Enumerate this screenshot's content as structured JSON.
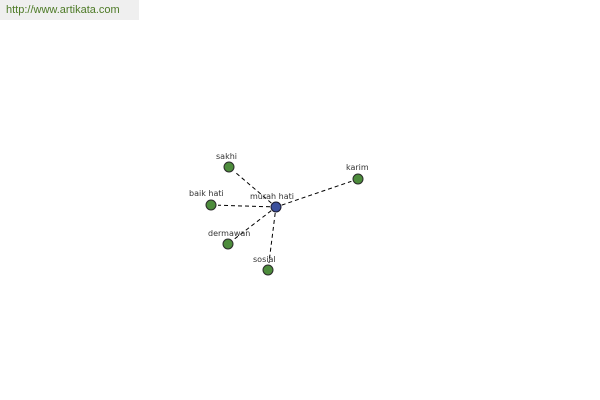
{
  "watermark": {
    "url_text": "http://www.artikata.com"
  },
  "colors": {
    "center_node": "#3a4f9c",
    "leaf_node": "#4d8c3c",
    "watermark_text": "#4d7a26"
  },
  "graph": {
    "center": {
      "id": "murah-hati",
      "label": "murah hati"
    },
    "synonyms": [
      {
        "id": "sakhi",
        "label": "sakhi"
      },
      {
        "id": "karim",
        "label": "karim"
      },
      {
        "id": "baik-hati",
        "label": "baik hati"
      },
      {
        "id": "dermawan",
        "label": "dermawan"
      },
      {
        "id": "sosial",
        "label": "sosial"
      }
    ]
  }
}
